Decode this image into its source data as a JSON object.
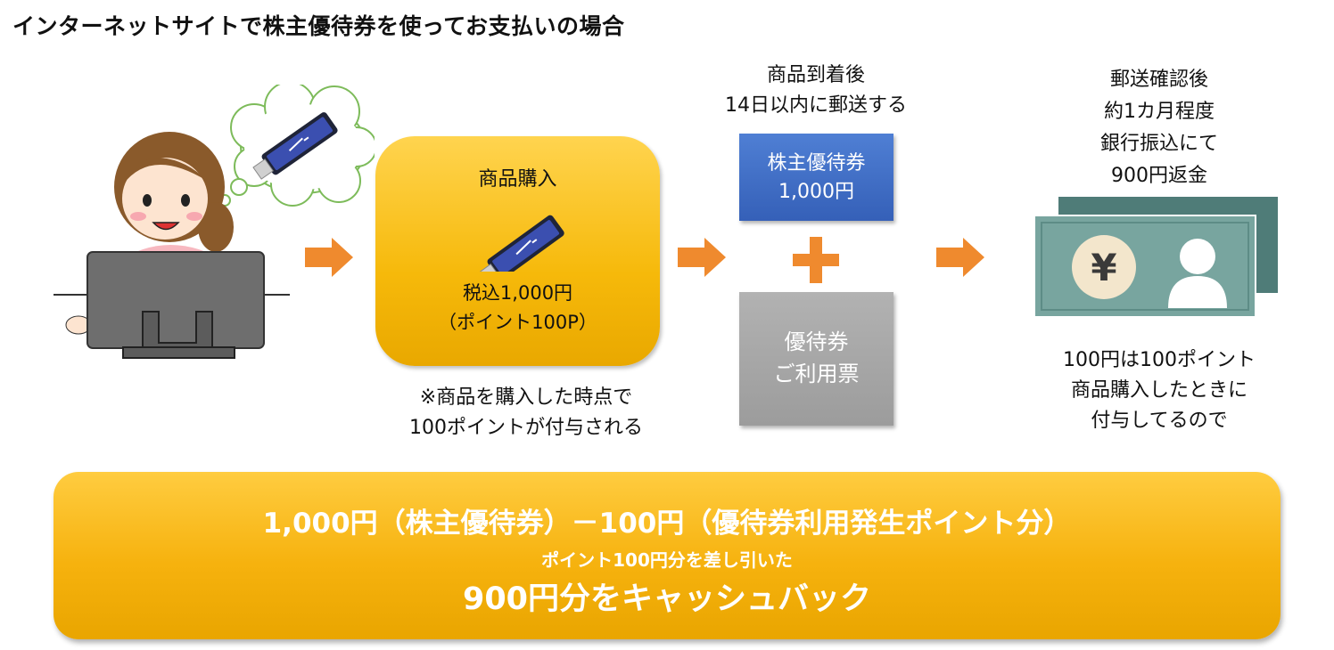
{
  "title": "インターネットサイトで株主優待券を使ってお支払いの場合",
  "step1": {
    "heading": "商品購入",
    "price": "税込1,000円",
    "points": "（ポイント100P）",
    "note_line1": "※商品を購入した時点で",
    "note_line2": "100ポイントが付与される"
  },
  "step2": {
    "heading_line1": "商品到着後",
    "heading_line2": "14日以内に郵送する",
    "ticket_line1": "株主優待券",
    "ticket_line2": "1,000円",
    "plus": "+",
    "slip_line1": "優待券",
    "slip_line2": "ご利用票"
  },
  "step3": {
    "heading_line1": "郵送確認後",
    "heading_line2": "約1カ月程度",
    "heading_line3": "銀行振込にて",
    "heading_line4": "900円返金",
    "yen_symbol": "¥",
    "note_line1": "100円は100ポイント",
    "note_line2": "商品購入したときに",
    "note_line3": "付与してるので"
  },
  "summary": {
    "line1": "1,000円（株主優待券）－100円（優待券利用発生ポイント分）",
    "line2": "ポイント100円分を差し引いた",
    "line3": "900円分をキャッシュバック"
  },
  "colors": {
    "arrow": "#ef8a2e",
    "yellow": "#f6b90a",
    "blue": "#3a66bd",
    "gray": "#a6a6a6",
    "banknote": "#78a59f"
  },
  "icons": {
    "person": "woman-at-computer-icon",
    "usb": "usb-drive-icon",
    "arrow": "right-arrow-icon",
    "money": "yen-banknote-icon"
  }
}
